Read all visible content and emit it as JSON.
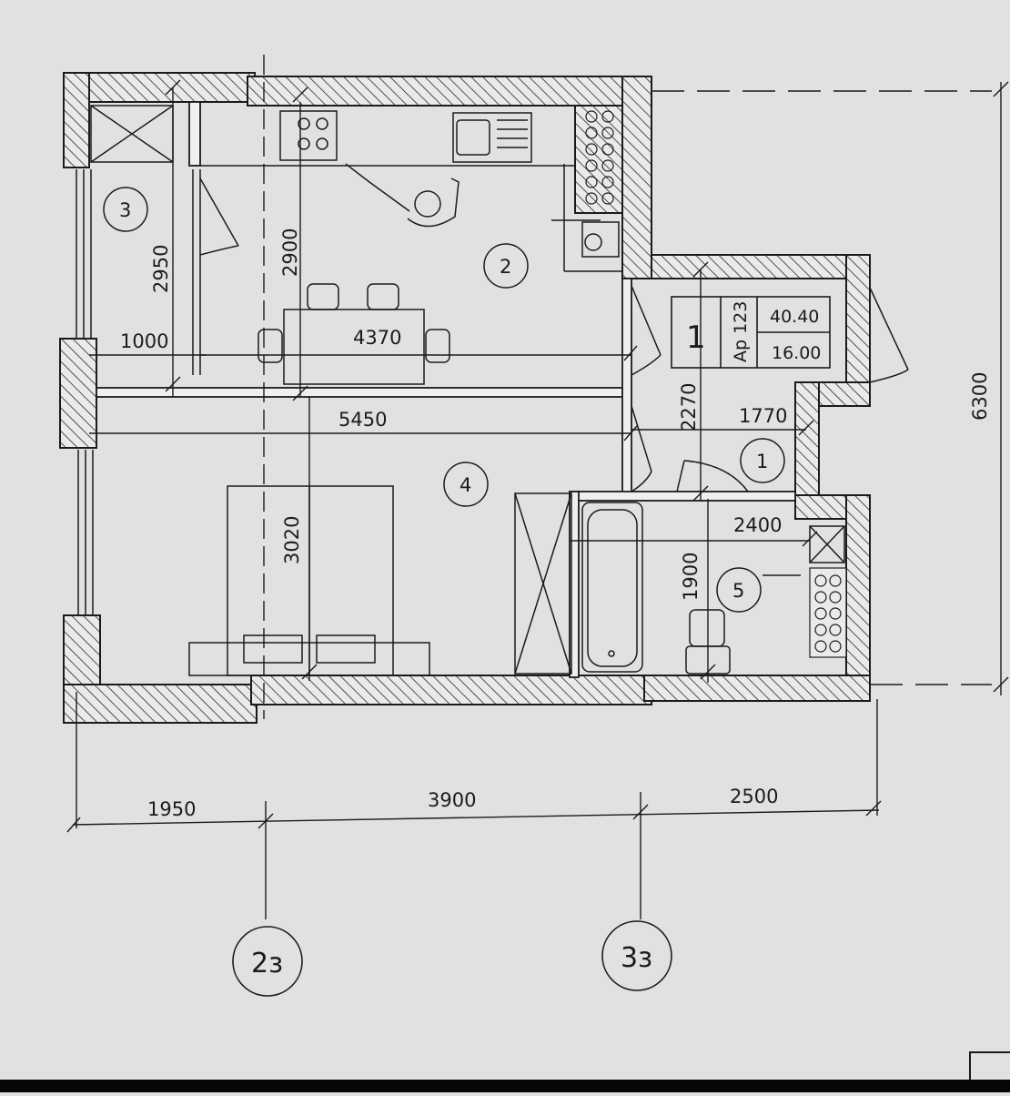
{
  "plan": {
    "dimensions": {
      "bottom_left": "1950",
      "bottom_mid": "3900",
      "bottom_right": "2500",
      "overall_height": "6300",
      "balcony_height": "2950",
      "balcony_width": "1000",
      "kitchen_height": "2900",
      "kitchen_width": "4370",
      "living_width": "5450",
      "living_height": "3020",
      "hall_height": "2270",
      "hall_width": "1770",
      "bath_width": "2400",
      "bath_height": "1900"
    },
    "rooms": {
      "balcony": "3",
      "kitchen": "2",
      "living": "4",
      "hall": "1",
      "bathroom": "5"
    },
    "axes": {
      "left": "2з",
      "right": "3з"
    },
    "apartment_table": {
      "number": "1",
      "type": "Ар 123",
      "area_total": "40.40",
      "area_living": "16.00"
    }
  },
  "colors": {
    "paper": "#dfe2e0",
    "ink": "#1b1b1b"
  }
}
